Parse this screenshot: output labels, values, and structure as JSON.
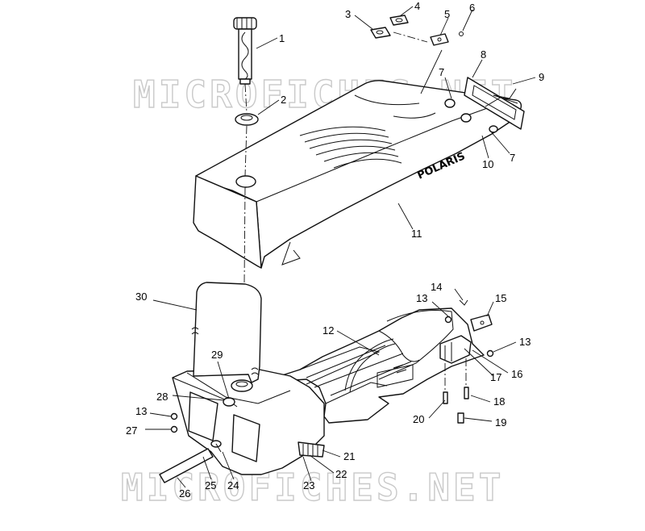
{
  "watermark": {
    "text_top": "MICROFICHES.NET",
    "text_bottom": "MICROFICHES.NET"
  },
  "seat_logo": "POLARIS",
  "callouts": [
    {
      "id": "c1",
      "label": "1"
    },
    {
      "id": "c2",
      "label": "2"
    },
    {
      "id": "c3",
      "label": "3"
    },
    {
      "id": "c4",
      "label": "4"
    },
    {
      "id": "c5",
      "label": "5"
    },
    {
      "id": "c6",
      "label": "6"
    },
    {
      "id": "c7a",
      "label": "7"
    },
    {
      "id": "c7b",
      "label": "7"
    },
    {
      "id": "c8",
      "label": "8"
    },
    {
      "id": "c9",
      "label": "9"
    },
    {
      "id": "c10",
      "label": "10"
    },
    {
      "id": "c11",
      "label": "11"
    },
    {
      "id": "c12",
      "label": "12"
    },
    {
      "id": "c13a",
      "label": "13"
    },
    {
      "id": "c13b",
      "label": "13"
    },
    {
      "id": "c13c",
      "label": "13"
    },
    {
      "id": "c14",
      "label": "14"
    },
    {
      "id": "c15",
      "label": "15"
    },
    {
      "id": "c16",
      "label": "16"
    },
    {
      "id": "c17",
      "label": "17"
    },
    {
      "id": "c18",
      "label": "18"
    },
    {
      "id": "c19",
      "label": "19"
    },
    {
      "id": "c20",
      "label": "20"
    },
    {
      "id": "c21",
      "label": "21"
    },
    {
      "id": "c22",
      "label": "22"
    },
    {
      "id": "c23",
      "label": "23"
    },
    {
      "id": "c24",
      "label": "24"
    },
    {
      "id": "c25",
      "label": "25"
    },
    {
      "id": "c26",
      "label": "26"
    },
    {
      "id": "c27",
      "label": "27"
    },
    {
      "id": "c28",
      "label": "28"
    },
    {
      "id": "c29",
      "label": "29"
    },
    {
      "id": "c30",
      "label": "30"
    }
  ]
}
